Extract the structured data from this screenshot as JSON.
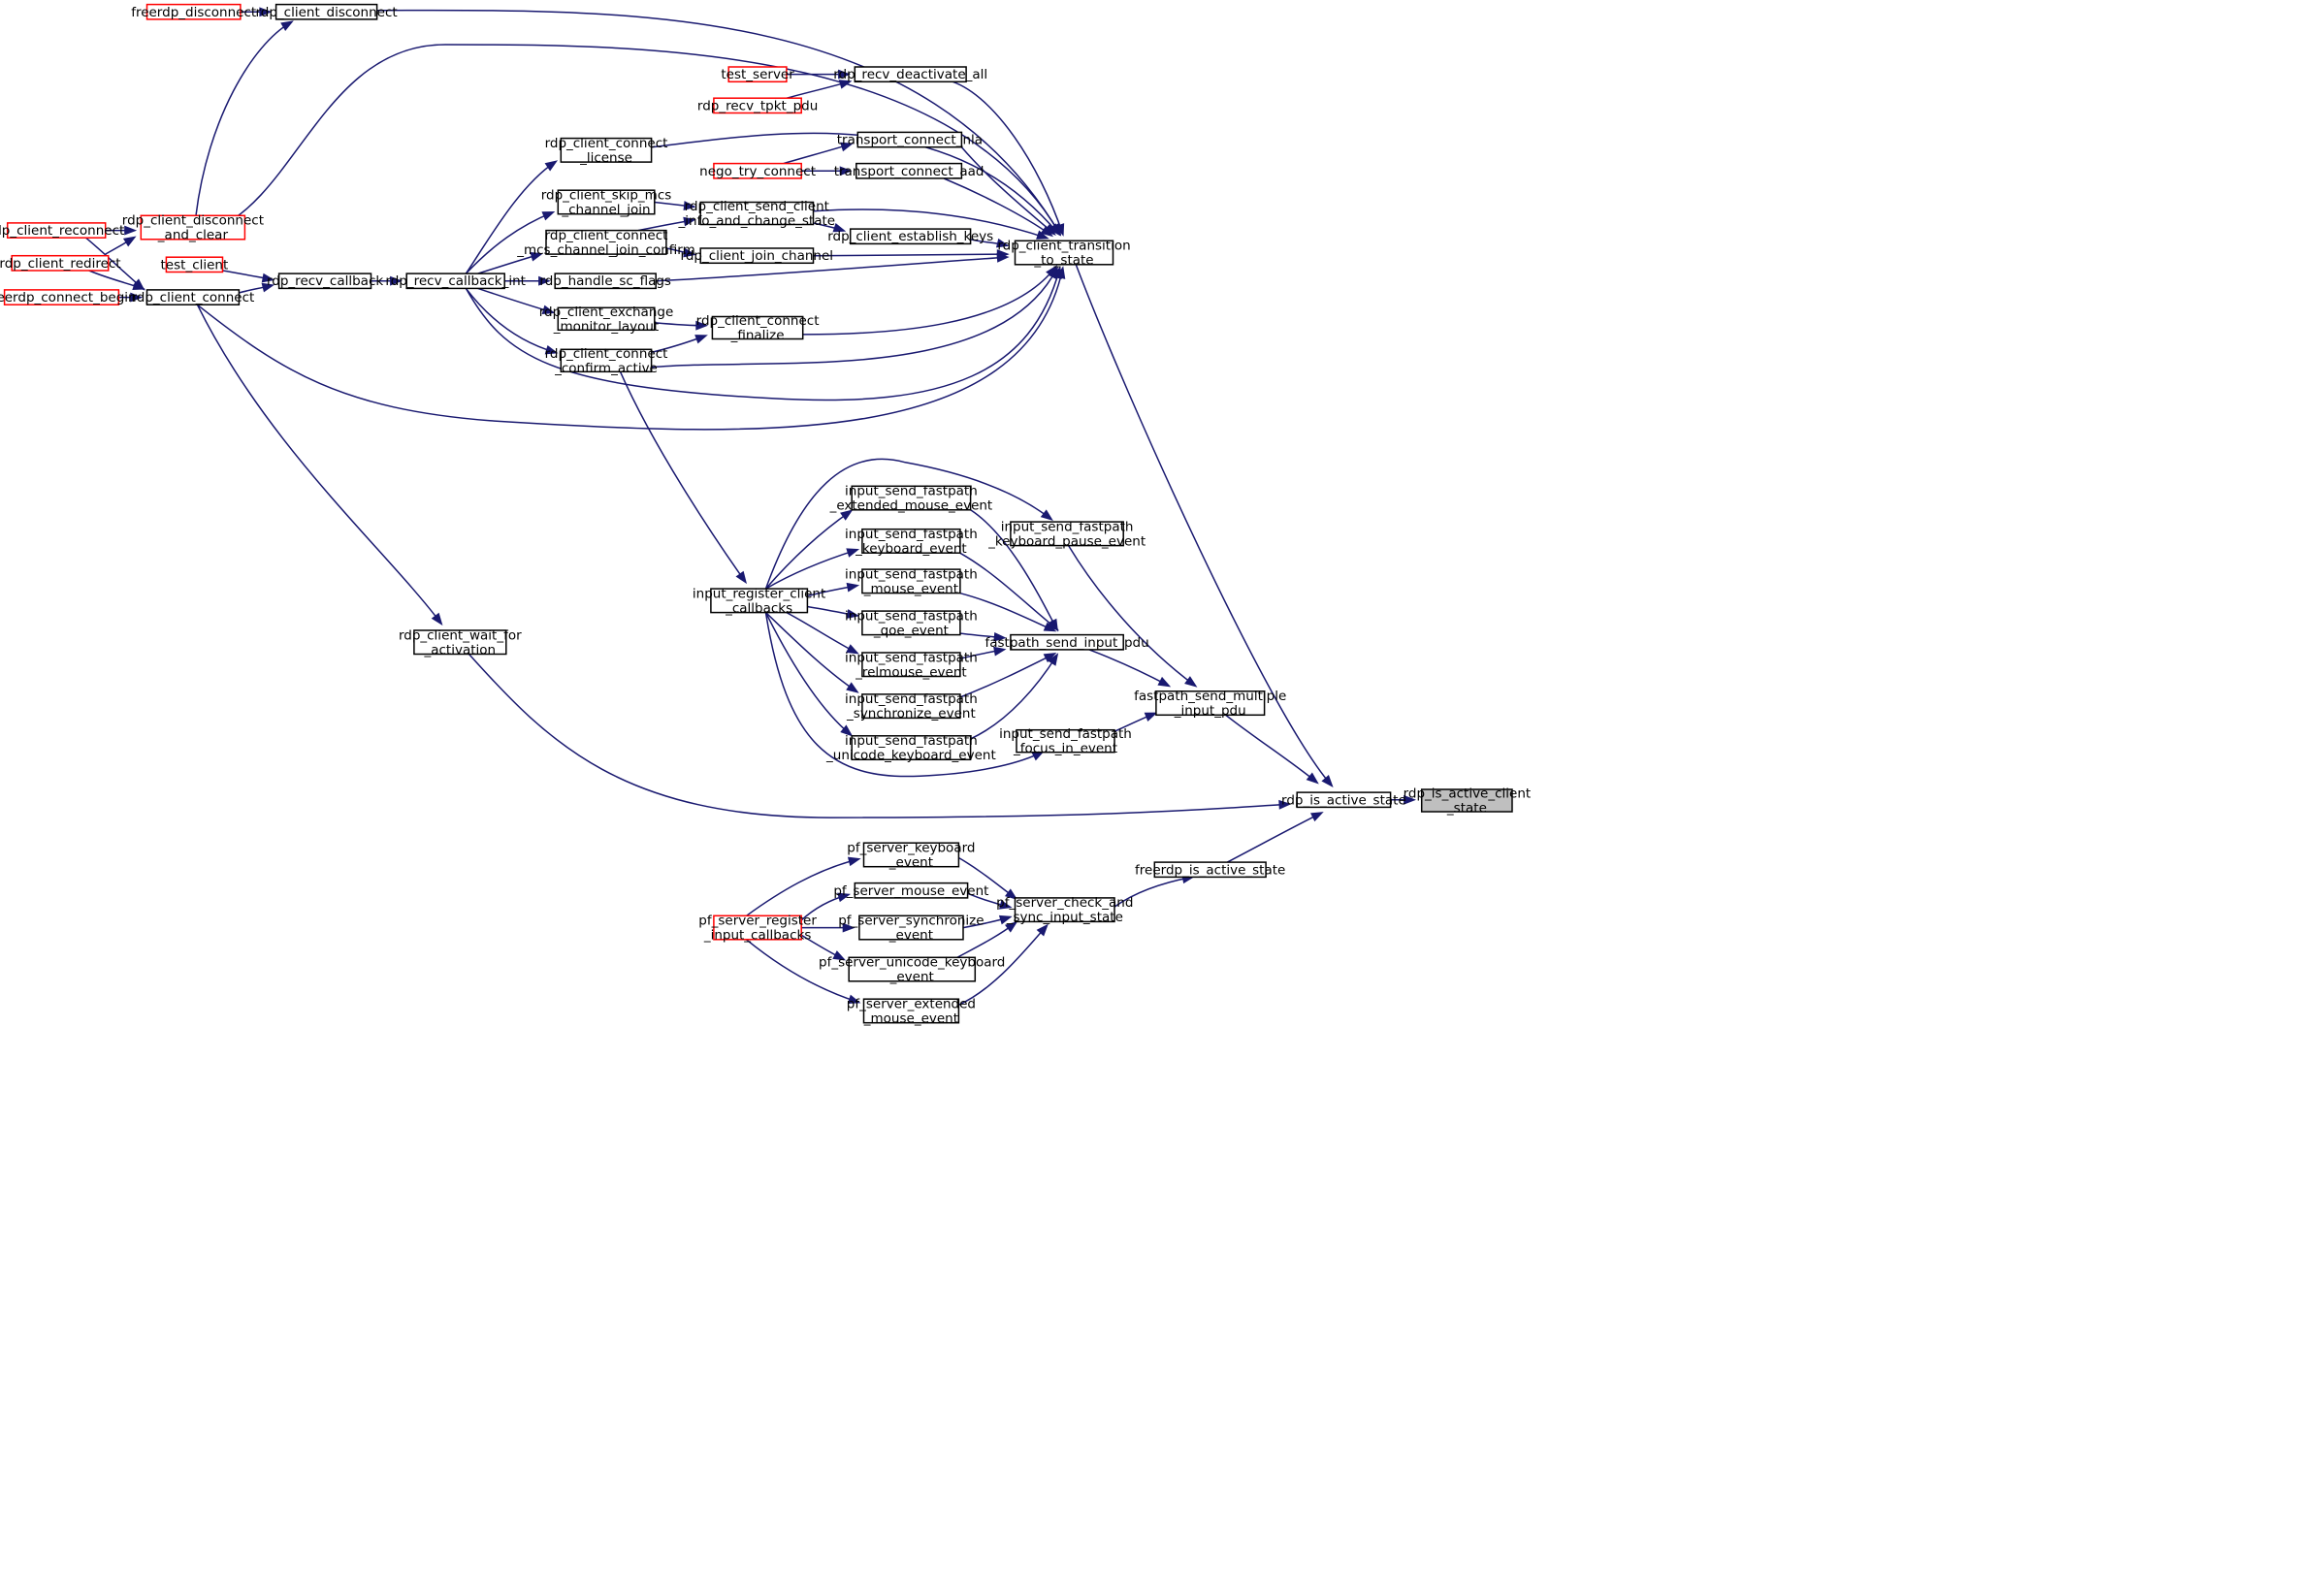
{
  "graph": {
    "type": "call-graph",
    "edge_color": "#191970",
    "node_border": "#000000",
    "node_border_external": "#ff0000",
    "target_fill": "#bfbfbf",
    "nodes": [
      {
        "id": "rdp_is_active_client_state",
        "lines": [
          "rdp_is_active_client",
          "_state"
        ],
        "style": "target"
      },
      {
        "id": "rdp_is_active_state",
        "lines": [
          "rdp_is_active_state"
        ],
        "style": "normal"
      },
      {
        "id": "rdp_client_transition_to_state",
        "lines": [
          "rdp_client_transition",
          "_to_state"
        ],
        "style": "normal"
      },
      {
        "id": "fastpath_send_multiple_input_pdu",
        "lines": [
          "fastpath_send_multiple",
          "_input_pdu"
        ],
        "style": "normal"
      },
      {
        "id": "rdp_client_wait_for_activation",
        "lines": [
          "rdp_client_wait_for",
          "_activation"
        ],
        "style": "normal"
      },
      {
        "id": "freerdp_is_active_state",
        "lines": [
          "freerdp_is_active_state"
        ],
        "style": "normal"
      },
      {
        "id": "rdp_client_connect",
        "lines": [
          "rdp_client_connect"
        ],
        "style": "normal"
      },
      {
        "id": "rdp_client_connect_confirm_active",
        "lines": [
          "rdp_client_connect",
          "_confirm_active"
        ],
        "style": "normal"
      },
      {
        "id": "rdp_client_connect_finalize",
        "lines": [
          "rdp_client_connect",
          "_finalize"
        ],
        "style": "normal"
      },
      {
        "id": "rdp_client_connect_license",
        "lines": [
          "rdp_client_connect",
          "_license"
        ],
        "style": "normal"
      },
      {
        "id": "rdp_client_disconnect",
        "lines": [
          "rdp_client_disconnect"
        ],
        "style": "normal"
      },
      {
        "id": "rdp_client_establish_keys",
        "lines": [
          "rdp_client_establish_keys"
        ],
        "style": "normal"
      },
      {
        "id": "rdp_client_join_channel",
        "lines": [
          "rdp_client_join_channel"
        ],
        "style": "normal"
      },
      {
        "id": "rdp_client_send_client_info_and_change_state",
        "lines": [
          "rdp_client_send_client",
          "_info_and_change_state"
        ],
        "style": "normal"
      },
      {
        "id": "rdp_handle_sc_flags",
        "lines": [
          "rdp_handle_sc_flags"
        ],
        "style": "normal"
      },
      {
        "id": "rdp_recv_callback_int",
        "lines": [
          "rdp_recv_callback_int"
        ],
        "style": "normal"
      },
      {
        "id": "rdp_recv_deactivate_all",
        "lines": [
          "rdp_recv_deactivate_all"
        ],
        "style": "normal"
      },
      {
        "id": "transport_connect_aad",
        "lines": [
          "transport_connect_aad"
        ],
        "style": "normal"
      },
      {
        "id": "transport_connect_nla",
        "lines": [
          "transport_connect_nla"
        ],
        "style": "normal"
      },
      {
        "id": "fastpath_send_input_pdu",
        "lines": [
          "fastpath_send_input_pdu"
        ],
        "style": "normal"
      },
      {
        "id": "input_send_fastpath_focus_in_event",
        "lines": [
          "input_send_fastpath",
          "_focus_in_event"
        ],
        "style": "normal"
      },
      {
        "id": "input_send_fastpath_keyboard_pause_event",
        "lines": [
          "input_send_fastpath",
          "_keyboard_pause_event"
        ],
        "style": "normal"
      },
      {
        "id": "pf_server_check_and_sync_input_state",
        "lines": [
          "pf_server_check_and",
          "_sync_input_state"
        ],
        "style": "normal"
      },
      {
        "id": "freerdp_connect_begin",
        "lines": [
          "freerdp_connect_begin"
        ],
        "style": "red"
      },
      {
        "id": "rdp_client_redirect",
        "lines": [
          "rdp_client_redirect"
        ],
        "style": "red"
      },
      {
        "id": "rdp_client_reconnect",
        "lines": [
          "rdp_client_reconnect"
        ],
        "style": "red"
      },
      {
        "id": "rdp_recv_callback",
        "lines": [
          "rdp_recv_callback"
        ],
        "style": "normal"
      },
      {
        "id": "rdp_client_connect_mcs_channel_join_confirm",
        "lines": [
          "rdp_client_connect",
          "_mcs_channel_join_confirm"
        ],
        "style": "normal"
      },
      {
        "id": "rdp_client_exchange_monitor_layout",
        "lines": [
          "rdp_client_exchange",
          "_monitor_layout"
        ],
        "style": "normal"
      },
      {
        "id": "rdp_client_skip_mcs_channel_join",
        "lines": [
          "rdp_client_skip_mcs",
          "_channel_join"
        ],
        "style": "normal"
      },
      {
        "id": "input_register_client_callbacks",
        "lines": [
          "input_register_client",
          "_callbacks"
        ],
        "style": "normal"
      },
      {
        "id": "freerdp_disconnect",
        "lines": [
          "freerdp_disconnect"
        ],
        "style": "red"
      },
      {
        "id": "rdp_client_disconnect_and_clear",
        "lines": [
          "rdp_client_disconnect",
          "_and_clear"
        ],
        "style": "red"
      },
      {
        "id": "test_client",
        "lines": [
          "test_client"
        ],
        "style": "red"
      },
      {
        "id": "rdp_recv_tpkt_pdu",
        "lines": [
          "rdp_recv_tpkt_pdu"
        ],
        "style": "red"
      },
      {
        "id": "test_server",
        "lines": [
          "test_server"
        ],
        "style": "red"
      },
      {
        "id": "nego_try_connect",
        "lines": [
          "nego_try_connect"
        ],
        "style": "red"
      },
      {
        "id": "input_send_fastpath_extended_mouse_event",
        "lines": [
          "input_send_fastpath",
          "_extended_mouse_event"
        ],
        "style": "normal"
      },
      {
        "id": "input_send_fastpath_keyboard_event",
        "lines": [
          "input_send_fastpath",
          "_keyboard_event"
        ],
        "style": "normal"
      },
      {
        "id": "input_send_fastpath_mouse_event",
        "lines": [
          "input_send_fastpath",
          "_mouse_event"
        ],
        "style": "normal"
      },
      {
        "id": "input_send_fastpath_qoe_event",
        "lines": [
          "input_send_fastpath",
          "_qoe_event"
        ],
        "style": "normal"
      },
      {
        "id": "input_send_fastpath_relmouse_event",
        "lines": [
          "input_send_fastpath",
          "_relmouse_event"
        ],
        "style": "normal"
      },
      {
        "id": "input_send_fastpath_synchronize_event",
        "lines": [
          "input_send_fastpath",
          "_synchronize_event"
        ],
        "style": "normal"
      },
      {
        "id": "input_send_fastpath_unicode_keyboard_event",
        "lines": [
          "input_send_fastpath",
          "_unicode_keyboard_event"
        ],
        "style": "normal"
      },
      {
        "id": "pf_server_extended_mouse_event",
        "lines": [
          "pf_server_extended",
          "_mouse_event"
        ],
        "style": "normal"
      },
      {
        "id": "pf_server_keyboard_event",
        "lines": [
          "pf_server_keyboard",
          "_event"
        ],
        "style": "normal"
      },
      {
        "id": "pf_server_mouse_event",
        "lines": [
          "pf_server_mouse_event"
        ],
        "style": "normal"
      },
      {
        "id": "pf_server_synchronize_event",
        "lines": [
          "pf_server_synchronize",
          "_event"
        ],
        "style": "normal"
      },
      {
        "id": "pf_server_unicode_keyboard_event",
        "lines": [
          "pf_server_unicode_keyboard",
          "_event"
        ],
        "style": "normal"
      },
      {
        "id": "pf_server_register_input_callbacks",
        "lines": [
          "pf_server_register",
          "_input_callbacks"
        ],
        "style": "red"
      }
    ],
    "edges": [
      {
        "from": "rdp_is_active_state",
        "to": "rdp_is_active_client_state"
      },
      {
        "from": "rdp_client_transition_to_state",
        "to": "rdp_is_active_state"
      },
      {
        "from": "fastpath_send_multiple_input_pdu",
        "to": "rdp_is_active_state"
      },
      {
        "from": "rdp_client_wait_for_activation",
        "to": "rdp_is_active_state"
      },
      {
        "from": "freerdp_is_active_state",
        "to": "rdp_is_active_state"
      },
      {
        "from": "rdp_client_disconnect",
        "to": "rdp_client_transition_to_state"
      },
      {
        "from": "rdp_client_disconnect_and_clear",
        "to": "rdp_client_transition_to_state"
      },
      {
        "from": "rdp_recv_deactivate_all",
        "to": "rdp_client_transition_to_state"
      },
      {
        "from": "rdp_client_connect_license",
        "to": "rdp_client_transition_to_state"
      },
      {
        "from": "transport_connect_nla",
        "to": "rdp_client_transition_to_state"
      },
      {
        "from": "transport_connect_aad",
        "to": "rdp_client_transition_to_state"
      },
      {
        "from": "rdp_client_send_client_info_and_change_state",
        "to": "rdp_client_transition_to_state"
      },
      {
        "from": "rdp_client_establish_keys",
        "to": "rdp_client_transition_to_state"
      },
      {
        "from": "rdp_client_join_channel",
        "to": "rdp_client_transition_to_state"
      },
      {
        "from": "rdp_handle_sc_flags",
        "to": "rdp_client_transition_to_state"
      },
      {
        "from": "rdp_client_connect_finalize",
        "to": "rdp_client_transition_to_state"
      },
      {
        "from": "rdp_client_connect_confirm_active",
        "to": "rdp_client_transition_to_state"
      },
      {
        "from": "rdp_recv_callback_int",
        "to": "rdp_client_transition_to_state"
      },
      {
        "from": "rdp_client_connect",
        "to": "rdp_client_transition_to_state"
      },
      {
        "from": "freerdp_disconnect",
        "to": "rdp_client_disconnect"
      },
      {
        "from": "rdp_client_disconnect_and_clear",
        "to": "rdp_client_disconnect"
      },
      {
        "from": "rdp_client_reconnect",
        "to": "rdp_client_disconnect_and_clear"
      },
      {
        "from": "rdp_client_connect",
        "to": "rdp_client_disconnect_and_clear"
      },
      {
        "from": "rdp_client_reconnect",
        "to": "rdp_client_connect"
      },
      {
        "from": "rdp_client_redirect",
        "to": "rdp_client_connect"
      },
      {
        "from": "freerdp_connect_begin",
        "to": "rdp_client_connect"
      },
      {
        "from": "test_client",
        "to": "rdp_recv_callback"
      },
      {
        "from": "rdp_client_connect",
        "to": "rdp_recv_callback"
      },
      {
        "from": "rdp_recv_callback",
        "to": "rdp_recv_callback_int"
      },
      {
        "from": "test_server",
        "to": "rdp_recv_deactivate_all"
      },
      {
        "from": "rdp_recv_tpkt_pdu",
        "to": "rdp_recv_deactivate_all"
      },
      {
        "from": "nego_try_connect",
        "to": "transport_connect_nla"
      },
      {
        "from": "nego_try_connect",
        "to": "transport_connect_aad"
      },
      {
        "from": "rdp_recv_callback_int",
        "to": "rdp_client_connect_license"
      },
      {
        "from": "rdp_recv_callback_int",
        "to": "rdp_client_skip_mcs_channel_join"
      },
      {
        "from": "rdp_recv_callback_int",
        "to": "rdp_client_connect_mcs_channel_join_confirm"
      },
      {
        "from": "rdp_recv_callback_int",
        "to": "rdp_handle_sc_flags"
      },
      {
        "from": "rdp_recv_callback_int",
        "to": "rdp_client_exchange_monitor_layout"
      },
      {
        "from": "rdp_recv_callback_int",
        "to": "rdp_client_connect_confirm_active"
      },
      {
        "from": "rdp_client_skip_mcs_channel_join",
        "to": "rdp_client_send_client_info_and_change_state"
      },
      {
        "from": "rdp_client_connect_mcs_channel_join_confirm",
        "to": "rdp_client_send_client_info_and_change_state"
      },
      {
        "from": "rdp_client_connect_mcs_channel_join_confirm",
        "to": "rdp_client_join_channel"
      },
      {
        "from": "rdp_client_send_client_info_and_change_state",
        "to": "rdp_client_establish_keys"
      },
      {
        "from": "rdp_client_exchange_monitor_layout",
        "to": "rdp_client_connect_finalize"
      },
      {
        "from": "rdp_client_connect_confirm_active",
        "to": "rdp_client_connect_finalize"
      },
      {
        "from": "rdp_client_connect",
        "to": "rdp_client_wait_for_activation"
      },
      {
        "from": "rdp_client_connect_confirm_active",
        "to": "input_register_client_callbacks"
      },
      {
        "from": "fastpath_send_input_pdu",
        "to": "fastpath_send_multiple_input_pdu"
      },
      {
        "from": "input_send_fastpath_keyboard_pause_event",
        "to": "fastpath_send_multiple_input_pdu"
      },
      {
        "from": "input_send_fastpath_focus_in_event",
        "to": "fastpath_send_multiple_input_pdu"
      },
      {
        "from": "input_send_fastpath_extended_mouse_event",
        "to": "fastpath_send_input_pdu"
      },
      {
        "from": "input_send_fastpath_keyboard_event",
        "to": "fastpath_send_input_pdu"
      },
      {
        "from": "input_send_fastpath_mouse_event",
        "to": "fastpath_send_input_pdu"
      },
      {
        "from": "input_send_fastpath_qoe_event",
        "to": "fastpath_send_input_pdu"
      },
      {
        "from": "input_send_fastpath_relmouse_event",
        "to": "fastpath_send_input_pdu"
      },
      {
        "from": "input_send_fastpath_synchronize_event",
        "to": "fastpath_send_input_pdu"
      },
      {
        "from": "input_send_fastpath_unicode_keyboard_event",
        "to": "fastpath_send_input_pdu"
      },
      {
        "from": "input_register_client_callbacks",
        "to": "input_send_fastpath_extended_mouse_event"
      },
      {
        "from": "input_register_client_callbacks",
        "to": "input_send_fastpath_keyboard_event"
      },
      {
        "from": "input_register_client_callbacks",
        "to": "input_send_fastpath_mouse_event"
      },
      {
        "from": "input_register_client_callbacks",
        "to": "input_send_fastpath_qoe_event"
      },
      {
        "from": "input_register_client_callbacks",
        "to": "input_send_fastpath_relmouse_event"
      },
      {
        "from": "input_register_client_callbacks",
        "to": "input_send_fastpath_synchronize_event"
      },
      {
        "from": "input_register_client_callbacks",
        "to": "input_send_fastpath_unicode_keyboard_event"
      },
      {
        "from": "input_register_client_callbacks",
        "to": "input_send_fastpath_keyboard_pause_event"
      },
      {
        "from": "input_register_client_callbacks",
        "to": "input_send_fastpath_focus_in_event"
      },
      {
        "from": "pf_server_check_and_sync_input_state",
        "to": "freerdp_is_active_state"
      },
      {
        "from": "pf_server_keyboard_event",
        "to": "pf_server_check_and_sync_input_state"
      },
      {
        "from": "pf_server_mouse_event",
        "to": "pf_server_check_and_sync_input_state"
      },
      {
        "from": "pf_server_synchronize_event",
        "to": "pf_server_check_and_sync_input_state"
      },
      {
        "from": "pf_server_unicode_keyboard_event",
        "to": "pf_server_check_and_sync_input_state"
      },
      {
        "from": "pf_server_extended_mouse_event",
        "to": "pf_server_check_and_sync_input_state"
      },
      {
        "from": "pf_server_register_input_callbacks",
        "to": "pf_server_keyboard_event"
      },
      {
        "from": "pf_server_register_input_callbacks",
        "to": "pf_server_mouse_event"
      },
      {
        "from": "pf_server_register_input_callbacks",
        "to": "pf_server_synchronize_event"
      },
      {
        "from": "pf_server_register_input_callbacks",
        "to": "pf_server_unicode_keyboard_event"
      },
      {
        "from": "pf_server_register_input_callbacks",
        "to": "pf_server_extended_mouse_event"
      }
    ]
  }
}
